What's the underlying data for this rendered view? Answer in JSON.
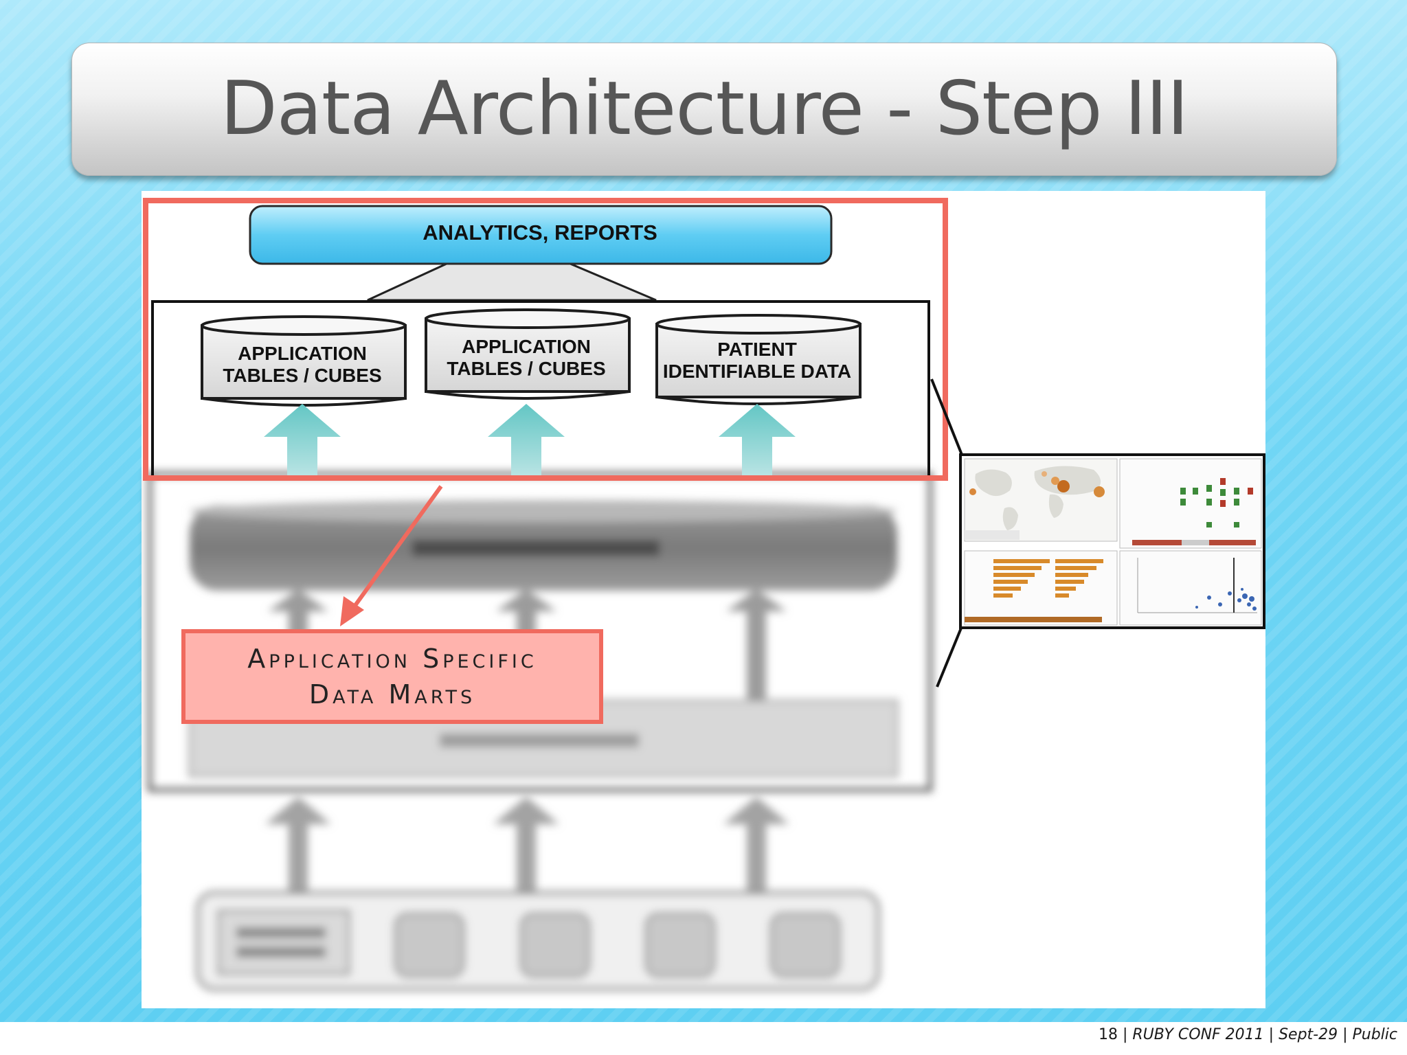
{
  "slide": {
    "title": "Data Architecture - Step III",
    "footer": {
      "page_number": "18",
      "event": "RUBY CONF 2011",
      "date": "Sept-29",
      "classification": "Public"
    }
  },
  "diagram": {
    "top_layer": {
      "analytics_label": "ANALYTICS, REPORTS",
      "stores": [
        {
          "line1": "APPLICATION",
          "line2": "TABLES / CUBES"
        },
        {
          "line1": "APPLICATION",
          "line2": "TABLES / CUBES"
        },
        {
          "line1": "PATIENT",
          "line2": "IDENTIFIABLE DATA"
        }
      ]
    },
    "callout": {
      "line1": "Application Specific",
      "line2": "Data Marts"
    },
    "colors": {
      "highlight_red": "#f06a5e",
      "callout_fill": "#ffb3ad",
      "analytics_blue": "#4fc3ef",
      "arrow_teal": "#6ec9c9"
    }
  }
}
